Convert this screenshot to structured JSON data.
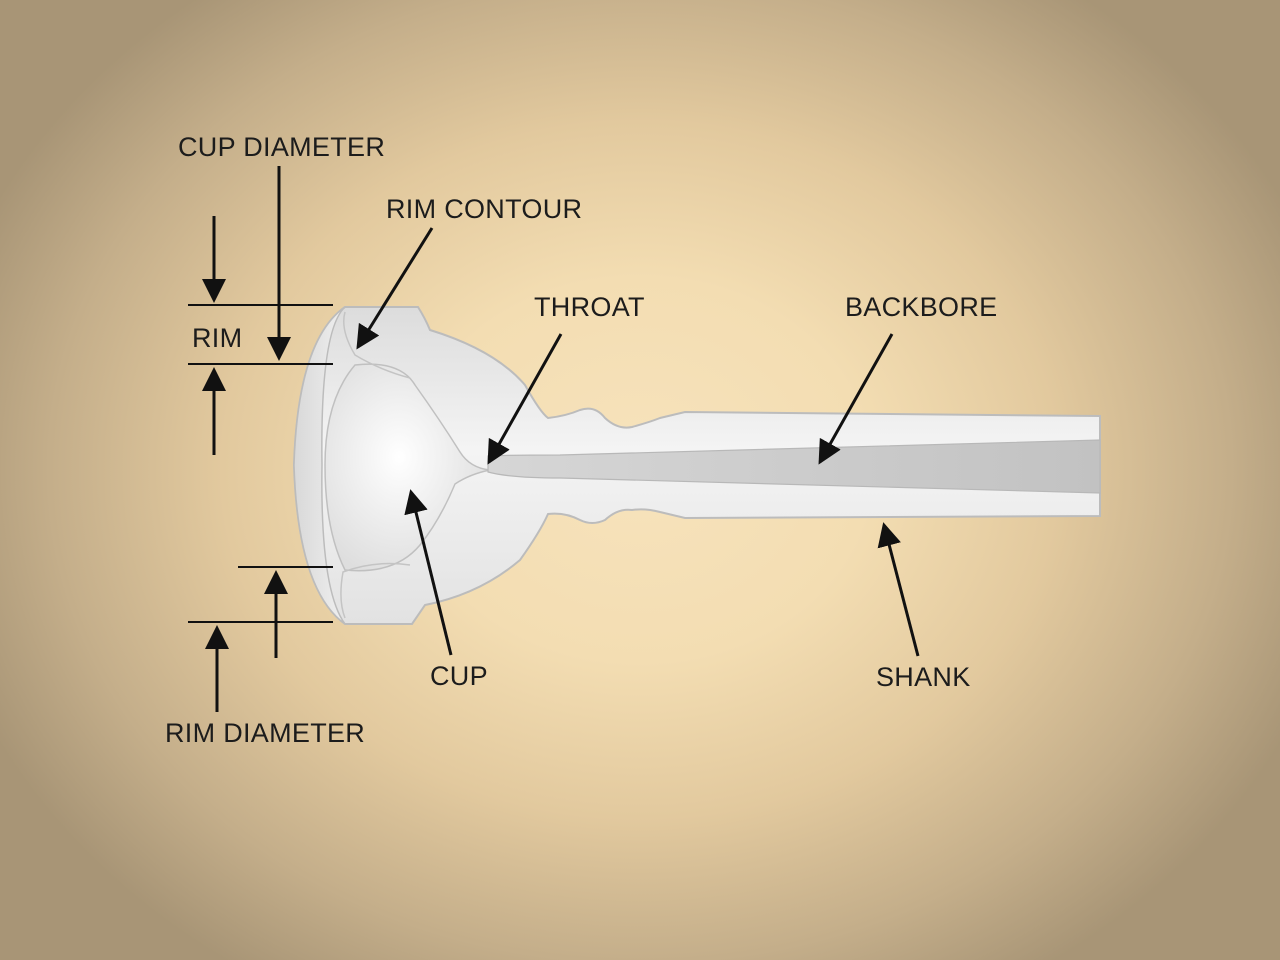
{
  "labels": {
    "cup_diameter": "CUP DIAMETER",
    "rim_contour": "RIM CONTOUR",
    "throat": "THROAT",
    "backbore": "BACKBORE",
    "rim": "RIM",
    "cup": "CUP",
    "shank": "SHANK",
    "rim_diameter": "RIM DIAMETER"
  },
  "colors": {
    "background_center": "#f7e3bc",
    "background_edge": "#a89576",
    "mouthpiece_fill": "#ececec",
    "mouthpiece_outline": "#b9b9b9",
    "bore_fill": "#c9c9c9",
    "arrow": "#111111",
    "text": "#1c1c1c"
  }
}
